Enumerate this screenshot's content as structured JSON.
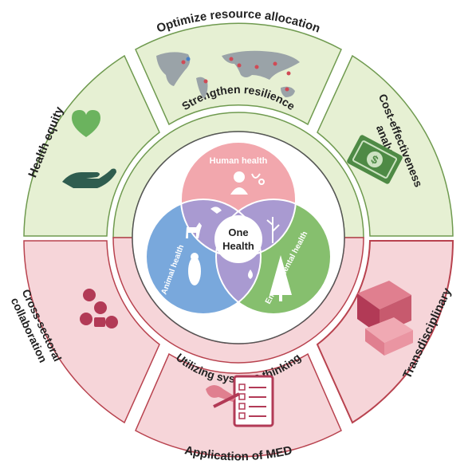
{
  "outer_ring": {
    "segments": [
      {
        "key": "optimize",
        "label": "Optimize resource allocation"
      },
      {
        "key": "cost",
        "label_line1": "Cost-effectiveness",
        "label_line2": "analysis"
      },
      {
        "key": "transdisciplinary",
        "label": "Transdisciplinary"
      },
      {
        "key": "med",
        "label": "Application of MED"
      },
      {
        "key": "cross_sectoral",
        "label_line1": "Cross-sectoral",
        "label_line2": "collaboration"
      },
      {
        "key": "health_equity",
        "label": "Health equity"
      }
    ]
  },
  "middle_ring": {
    "top_label": "Strengthen resilience",
    "bottom_label": "Utilizing systems thinking"
  },
  "venn": {
    "center_line1": "One",
    "center_line2": "Health",
    "human_label": "Human health",
    "animal_label": "Animal health",
    "environment_label": "Environmental health"
  },
  "colors": {
    "green_fill": "#e6f0d3",
    "green_border": "#6f9a4f",
    "pink_fill": "#f6d5d9",
    "pink_border": "#b8424e",
    "human_circle": "#f2a7ad",
    "animal_circle": "#79a8dc",
    "environment_circle": "#86bf6e",
    "overlap": "#a99ad1"
  },
  "icons": [
    "world-map-icon",
    "money-dollar-icon",
    "heart-in-hand-icon",
    "people-network-icon",
    "server-blocks-icon",
    "checklist-clipboard-icon"
  ]
}
